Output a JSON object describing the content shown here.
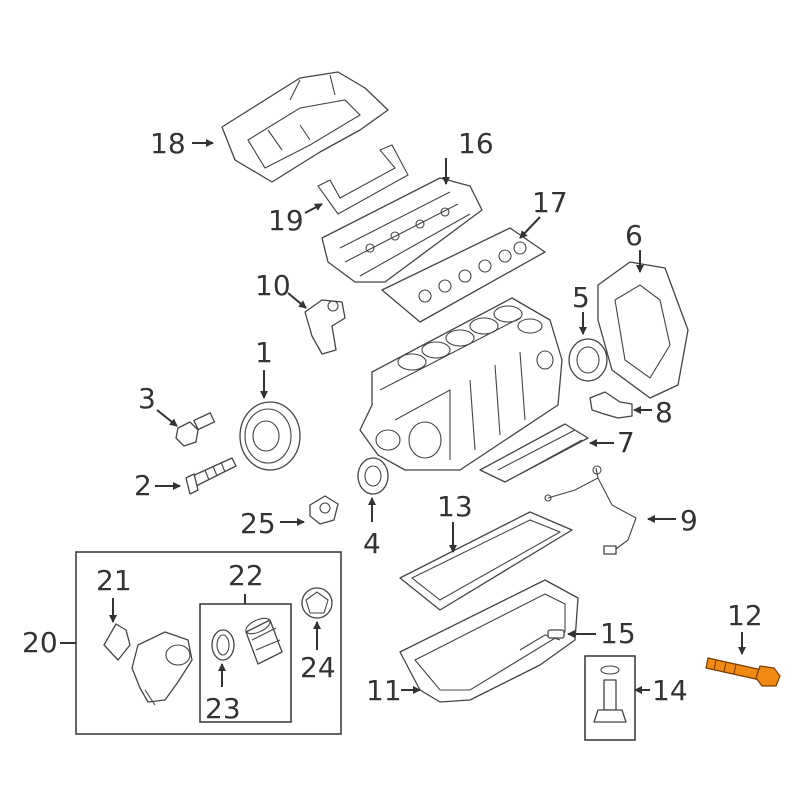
{
  "diagram": {
    "callouts": {
      "p1": "1",
      "p2": "2",
      "p3": "3",
      "p4": "4",
      "p5": "5",
      "p6": "6",
      "p7": "7",
      "p8": "8",
      "p9": "9",
      "p10": "10",
      "p11": "11",
      "p12": "12",
      "p13": "13",
      "p14": "14",
      "p15": "15",
      "p16": "16",
      "p17": "17",
      "p18": "18",
      "p19": "19",
      "p20": "20",
      "p21": "21",
      "p22": "22",
      "p23": "23",
      "p24": "24",
      "p25": "25"
    },
    "highlight_color": "#f08a14"
  }
}
